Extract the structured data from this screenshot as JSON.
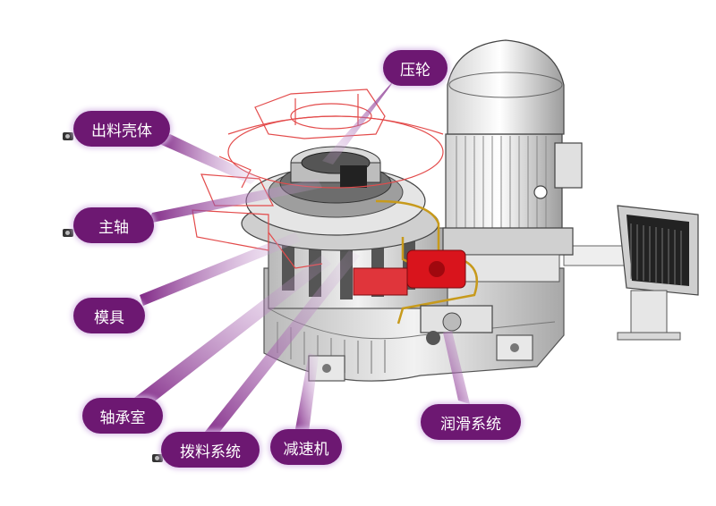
{
  "labels": {
    "roller": "压轮",
    "housing": "出料壳体",
    "shaft": "主轴",
    "die": "模具",
    "bearing": "轴承室",
    "discharge": "拨料系统",
    "reducer": "减速机",
    "lubrication": "润滑系统"
  },
  "colors": {
    "label_bg": "#6d1872",
    "label_text": "#ffffff",
    "hood_outline": "#e34b4b",
    "pump": "#d9141c",
    "pipe": "#c79a1c",
    "metal": "#d6d6d6",
    "outline": "#555555"
  },
  "icons": [
    "camera-icon"
  ]
}
